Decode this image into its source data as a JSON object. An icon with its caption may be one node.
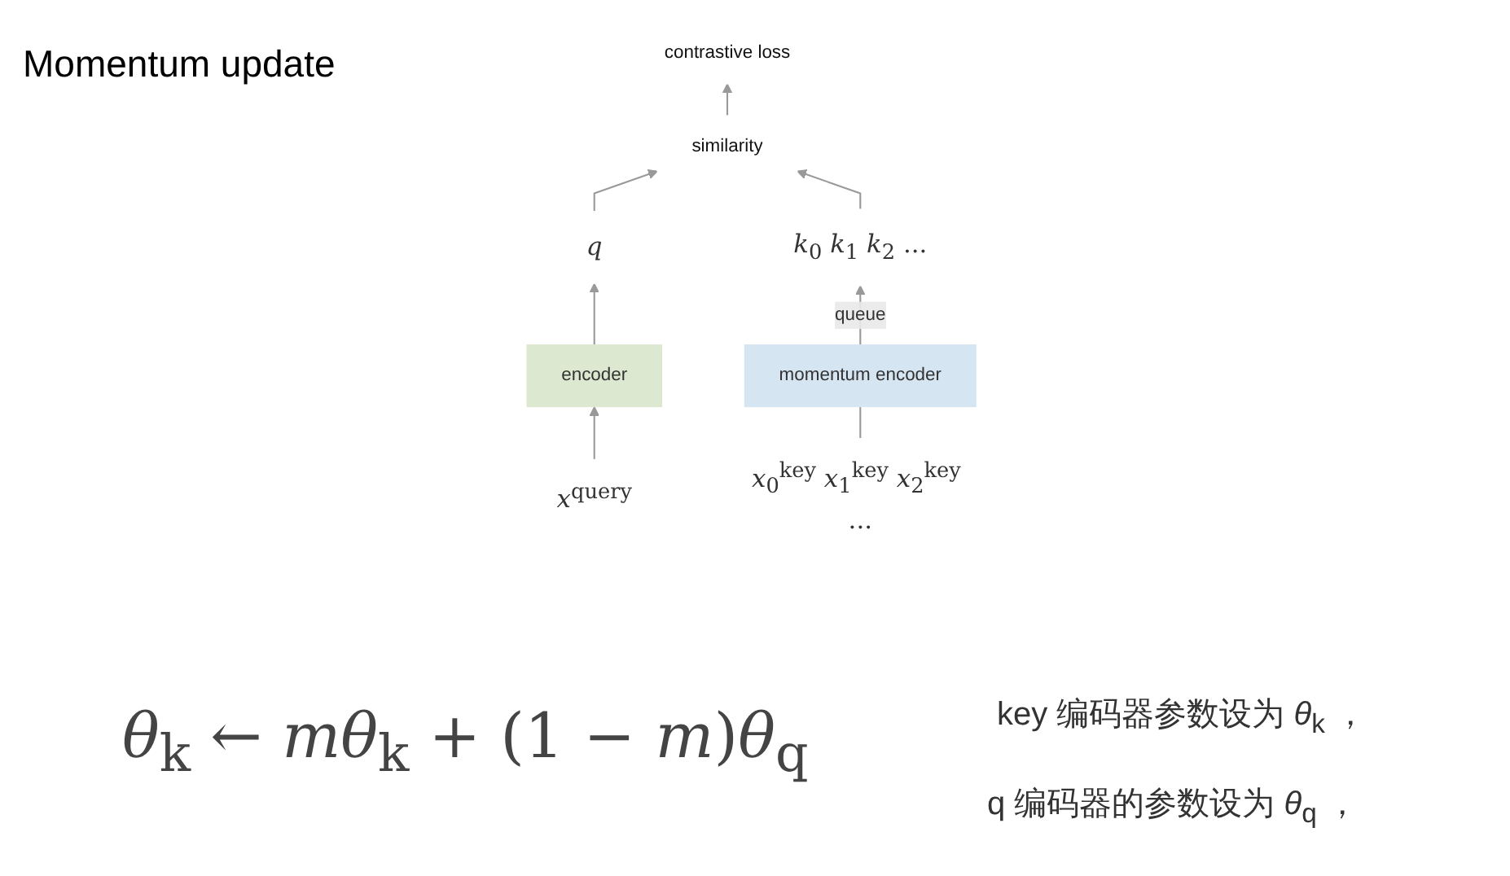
{
  "diagram": {
    "title": "Momentum update",
    "nodes": [
      {
        "text": [
          "contrastive loss"
        ]
      },
      {
        "text": [
          "similarity"
        ]
      },
      {
        "text": [
          "*q*"
        ]
      },
      {
        "text": [
          "*k*$_{0}$ *k*$_{1}$ *k*$_{2}$ ..."
        ]
      },
      {
        "text": [
          "encoder"
        ]
      },
      {
        "text": [
          "momentum encoder"
        ]
      },
      {
        "text": [
          "*x*$^{query}$"
        ]
      },
      {
        "text": [
          "*x*$_{0}$$^{key}$ *x*$_{1}$$^{key}$ *x*$_{2}$$^{key}$ ..."
        ]
      }
    ],
    "edges": [
      {
        "from": 6,
        "to": 4,
        "arrow": "to"
      },
      {
        "from": 4,
        "to": 2,
        "arrow": "to"
      },
      {
        "from": 2,
        "to": 1,
        "arrow": "to"
      },
      {
        "from": 3,
        "to": 1,
        "arrow": "to"
      },
      {
        "from": 1,
        "to": 0,
        "arrow": "to"
      },
      {
        "from": 5,
        "to": 3,
        "arrow": "to",
        "label": "queue"
      },
      {
        "from": 7,
        "to": 5,
        "arrow": "none"
      }
    ],
    "labels": [
      "*θ*$_{k}$ ← *mθ*$_{k}$ + (1 − *m*)*θ*$_{q}$",
      "key 编码器参数设为 *θ*$_{k}$ ，",
      "q 编码器的参数设为 *θ*$_{q}$ ，"
    ]
  }
}
